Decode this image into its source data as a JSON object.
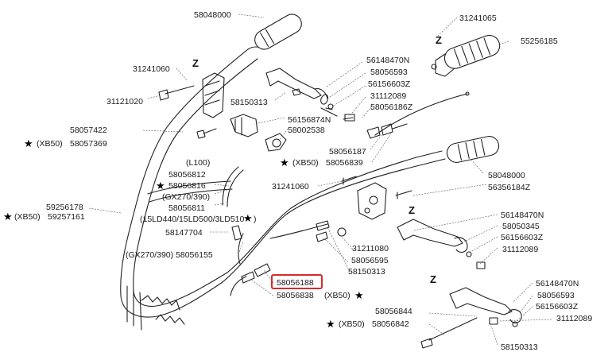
{
  "labels": {
    "p58048000_top": "58048000",
    "p31241065": "31241065",
    "p55256185": "55256185",
    "p31241060_top": "31241060",
    "p31121020": "31121020",
    "p56148470N_top": "56148470N",
    "p58056593_top": "58056593",
    "p56156603Z_top": "56156603Z",
    "p31112089_top": "31112089",
    "p58056186Z": "58056186Z",
    "p58150313_top": "58150313",
    "p56156874N": "56156874N",
    "p58002538": "58002538",
    "p58057422": "58057422",
    "p58057369": "58057369",
    "p58056187": "58056187",
    "p58056839": "58056839",
    "p58048000_mid": "58048000",
    "p56356184Z": "56356184Z",
    "p_L100": "(L100)",
    "p58056812": "58056812",
    "p58056816": "58056816",
    "p_GX270_390": "(GX270/390)",
    "p58056811": "58056811",
    "p_15LD": "(15LD440/15LD500/3LD510",
    "p31241060_mid": "31241060",
    "p59256178": "59256178",
    "p59257161": "59257161",
    "p56148470N_mid": "56148470N",
    "p58050345": "58050345",
    "p56156603Z_mid": "56156603Z",
    "p31112089_mid": "31112089",
    "p58147704": "58147704",
    "p31211080": "31211080",
    "p58056595": "58056595",
    "p58150313_mid": "58150313",
    "p_GX270_390_58056155": "(GX270/390) 58056155",
    "p58056188": "58056188",
    "p58056838": "58056838",
    "p_XB50_58056838": "(XB50)",
    "p56148470N_bot": "56148470N",
    "p58056593_bot": "58056593",
    "p56156603Z_bot": "56156603Z",
    "p31112089_bot": "31112089",
    "p58056844": "58056844",
    "p58056842": "58056842",
    "p58150313_bot": "58150313",
    "xb50": "(XB50)",
    "z": "Z",
    "star": "★",
    "close_paren": ")"
  },
  "highlight": {
    "part": "58056188",
    "color": "#d62b2b"
  }
}
